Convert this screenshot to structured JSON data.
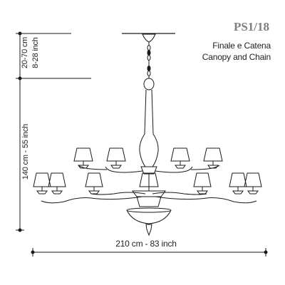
{
  "product": {
    "code": "PS1/18",
    "canopy_label_it": "Finale e Catena",
    "canopy_label_en": "Canopy and Chain"
  },
  "dimensions": {
    "chain_cm": "20-70 cm",
    "chain_inch": "8-28 inch",
    "height": "140 cm - 55 inch",
    "width": "210 cm - 83 inch"
  },
  "colors": {
    "line": "#1a1a1a",
    "code_text": "#7f7f7f"
  }
}
